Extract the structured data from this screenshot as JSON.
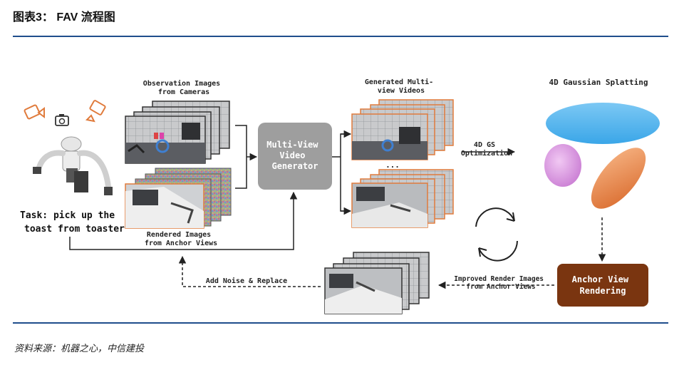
{
  "header": {
    "title": "图表3： FAV 流程图"
  },
  "diagram": {
    "observation_label": [
      "Observation Images",
      "from Cameras"
    ],
    "rendered_label": [
      "Rendered Images",
      "from Anchor Views"
    ],
    "task_label": [
      "Task: pick up the",
      "toast from toaster"
    ],
    "generator_label": [
      "Multi-View",
      "Video",
      "Generator"
    ],
    "generated_label": [
      "Generated Multi-",
      "view Videos"
    ],
    "ellipsis": "...",
    "gs_label": [
      "4D GS",
      "Optimization"
    ],
    "gaussian_title": "4D Gaussian Splatting",
    "anchor_render_label": [
      "Anchor View",
      "Rendering"
    ],
    "improved_label": [
      "Improved Render Images",
      "from Anchor Views"
    ],
    "noise_label": "Add Noise & Replace"
  },
  "footer": {
    "source": "资料来源：机器之心，中信建投"
  },
  "colors": {
    "accent_rule": "#1f4e8c",
    "orange": "#e07b3c",
    "generator_box": "#9e9e9e",
    "anchor_box": "#7a3510"
  }
}
